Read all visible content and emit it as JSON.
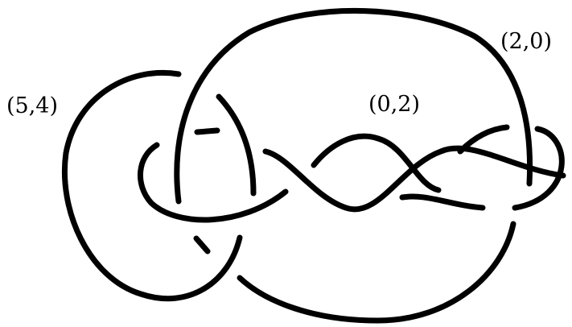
{
  "labels": {
    "left": "(5,4)",
    "middle": "(0,2)",
    "right": "(2,0)"
  },
  "colors": {
    "strand": "#000000",
    "background": "#ffffff"
  }
}
